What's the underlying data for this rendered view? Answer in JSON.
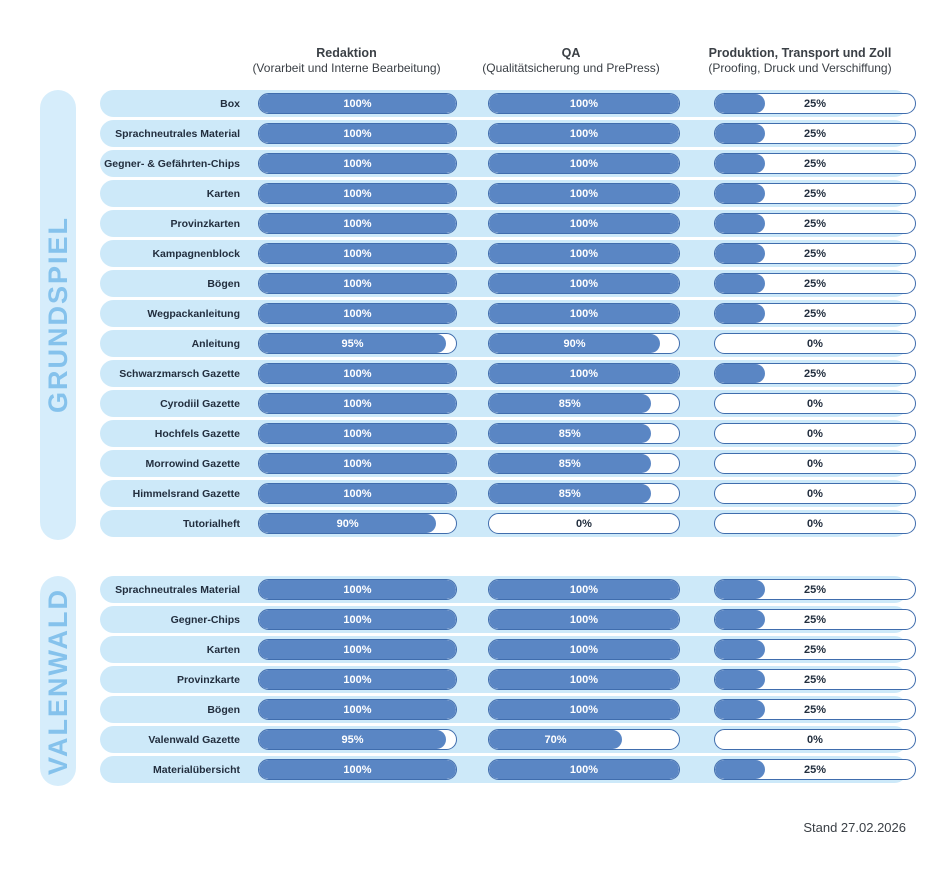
{
  "colors": {
    "bar_fill": "#5a86c4",
    "bar_border": "#406dad",
    "row_background": "#cde9f9",
    "section_pill_background": "#d6edfb",
    "section_label_text": "#85c2ec",
    "dark_text": "#222e3e",
    "header_text": "#3b4046"
  },
  "chart_data": {
    "type": "bar",
    "units": "%",
    "value_range": [
      0,
      100
    ],
    "footnote": "Stand 27.02.2026",
    "columns": [
      {
        "title": "Redaktion",
        "subtitle": "(Vorarbeit und Interne Bearbeitung)"
      },
      {
        "title": "QA",
        "subtitle": "(Qualitätsicherung und PrePress)"
      },
      {
        "title": "Produktion, Transport und Zoll",
        "subtitle": "(Proofing, Druck und Verschiffung)"
      }
    ],
    "sections": [
      {
        "name": "GRUNDSPIEL",
        "rows": [
          {
            "label": "Box",
            "values": [
              100,
              100,
              25
            ]
          },
          {
            "label": "Sprachneutrales Material",
            "values": [
              100,
              100,
              25
            ]
          },
          {
            "label": "Gegner- & Gefährten-Chips",
            "values": [
              100,
              100,
              25
            ]
          },
          {
            "label": "Karten",
            "values": [
              100,
              100,
              25
            ]
          },
          {
            "label": "Provinzkarten",
            "values": [
              100,
              100,
              25
            ]
          },
          {
            "label": "Kampagnenblock",
            "values": [
              100,
              100,
              25
            ]
          },
          {
            "label": "Bögen",
            "values": [
              100,
              100,
              25
            ]
          },
          {
            "label": "Wegpackanleitung",
            "values": [
              100,
              100,
              25
            ]
          },
          {
            "label": "Anleitung",
            "values": [
              95,
              90,
              0
            ]
          },
          {
            "label": "Schwarzmarsch Gazette",
            "values": [
              100,
              100,
              25
            ]
          },
          {
            "label": "Cyrodiil Gazette",
            "values": [
              100,
              85,
              0
            ]
          },
          {
            "label": "Hochfels Gazette",
            "values": [
              100,
              85,
              0
            ]
          },
          {
            "label": "Morrowind Gazette",
            "values": [
              100,
              85,
              0
            ]
          },
          {
            "label": "Himmelsrand Gazette",
            "values": [
              100,
              85,
              0
            ]
          },
          {
            "label": "Tutorialheft",
            "values": [
              90,
              0,
              0
            ]
          }
        ]
      },
      {
        "name": "VALENWALD",
        "rows": [
          {
            "label": "Sprachneutrales Material",
            "values": [
              100,
              100,
              25
            ]
          },
          {
            "label": "Gegner-Chips",
            "values": [
              100,
              100,
              25
            ]
          },
          {
            "label": "Karten",
            "values": [
              100,
              100,
              25
            ]
          },
          {
            "label": "Provinzkarte",
            "values": [
              100,
              100,
              25
            ]
          },
          {
            "label": "Bögen",
            "values": [
              100,
              100,
              25
            ]
          },
          {
            "label": "Valenwald Gazette",
            "values": [
              95,
              70,
              0
            ]
          },
          {
            "label": "Materialübersicht",
            "values": [
              100,
              100,
              25
            ]
          }
        ]
      }
    ]
  }
}
